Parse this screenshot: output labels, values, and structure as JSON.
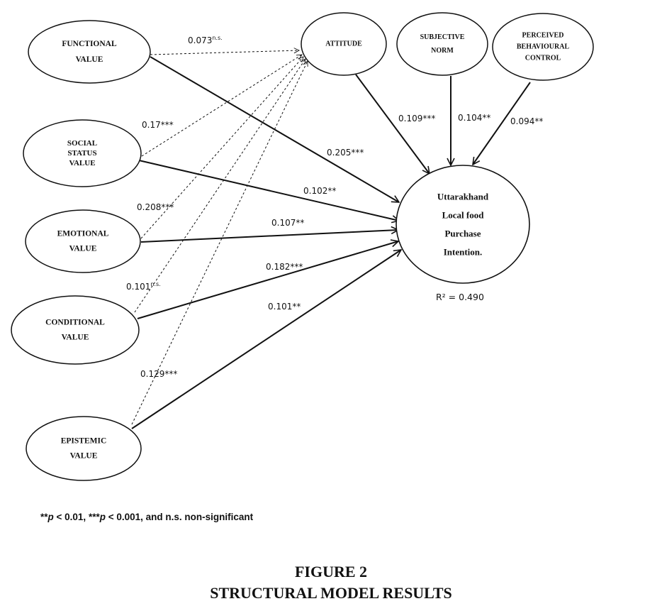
{
  "nodes": {
    "functional": [
      "FUNCTIONAL",
      "VALUE"
    ],
    "social": [
      "SOCIAL",
      "STATUS",
      "VALUE"
    ],
    "emotional": [
      "EMOTIONAL",
      "VALUE"
    ],
    "conditional": [
      "CONDITIONAL",
      "VALUE"
    ],
    "epistemic": [
      "EPISTEMIC",
      "VALUE"
    ],
    "attitude": [
      "ATTITUDE"
    ],
    "subjective_norm": [
      "SUBJECTIVE",
      "NORM"
    ],
    "pbc": [
      "PERCEIVED",
      "BEHAVIOURAL",
      "CONTROL"
    ],
    "intention": [
      "Uttarakhand",
      "Local food",
      "Purchase",
      "Intention."
    ]
  },
  "paths": [
    {
      "from": "functional",
      "to": "attitude",
      "style": "dashed",
      "coef": "0.073",
      "sig": "n.s."
    },
    {
      "from": "social",
      "to": "attitude",
      "style": "dashed",
      "coef": "0.17***",
      "sig": ""
    },
    {
      "from": "emotional",
      "to": "attitude",
      "style": "dashed",
      "coef": "0.208***",
      "sig": ""
    },
    {
      "from": "conditional",
      "to": "attitude",
      "style": "dashed",
      "coef": "0.101",
      "sig": "n.s."
    },
    {
      "from": "epistemic",
      "to": "attitude",
      "style": "dashed",
      "coef": "0.129***",
      "sig": ""
    },
    {
      "from": "functional",
      "to": "intention",
      "style": "solid",
      "coef": "0.205***",
      "sig": ""
    },
    {
      "from": "social",
      "to": "intention",
      "style": "solid",
      "coef": "0.102**",
      "sig": ""
    },
    {
      "from": "emotional",
      "to": "intention",
      "style": "solid",
      "coef": "0.107**",
      "sig": ""
    },
    {
      "from": "conditional",
      "to": "intention",
      "style": "solid",
      "coef": "0.182***",
      "sig": ""
    },
    {
      "from": "epistemic",
      "to": "intention",
      "style": "solid",
      "coef": "0.101**",
      "sig": ""
    },
    {
      "from": "attitude",
      "to": "intention",
      "style": "solid",
      "coef": "0.109***",
      "sig": ""
    },
    {
      "from": "subjective_norm",
      "to": "intention",
      "style": "solid",
      "coef": "0.104**",
      "sig": ""
    },
    {
      "from": "pbc",
      "to": "intention",
      "style": "solid",
      "coef": "0.094**",
      "sig": ""
    }
  ],
  "r_squared": "R² = 0.490",
  "footnote": {
    "p1_stars": "**",
    "p1_var": "p",
    "p1_rest": " < 0.01, ",
    "p2_stars": "***",
    "p2_var": "p",
    "p2_rest": " < 0.001, and n.s. non-significant"
  },
  "figure": {
    "number": "FIGURE 2",
    "caption": "STRUCTURAL MODEL RESULTS"
  }
}
